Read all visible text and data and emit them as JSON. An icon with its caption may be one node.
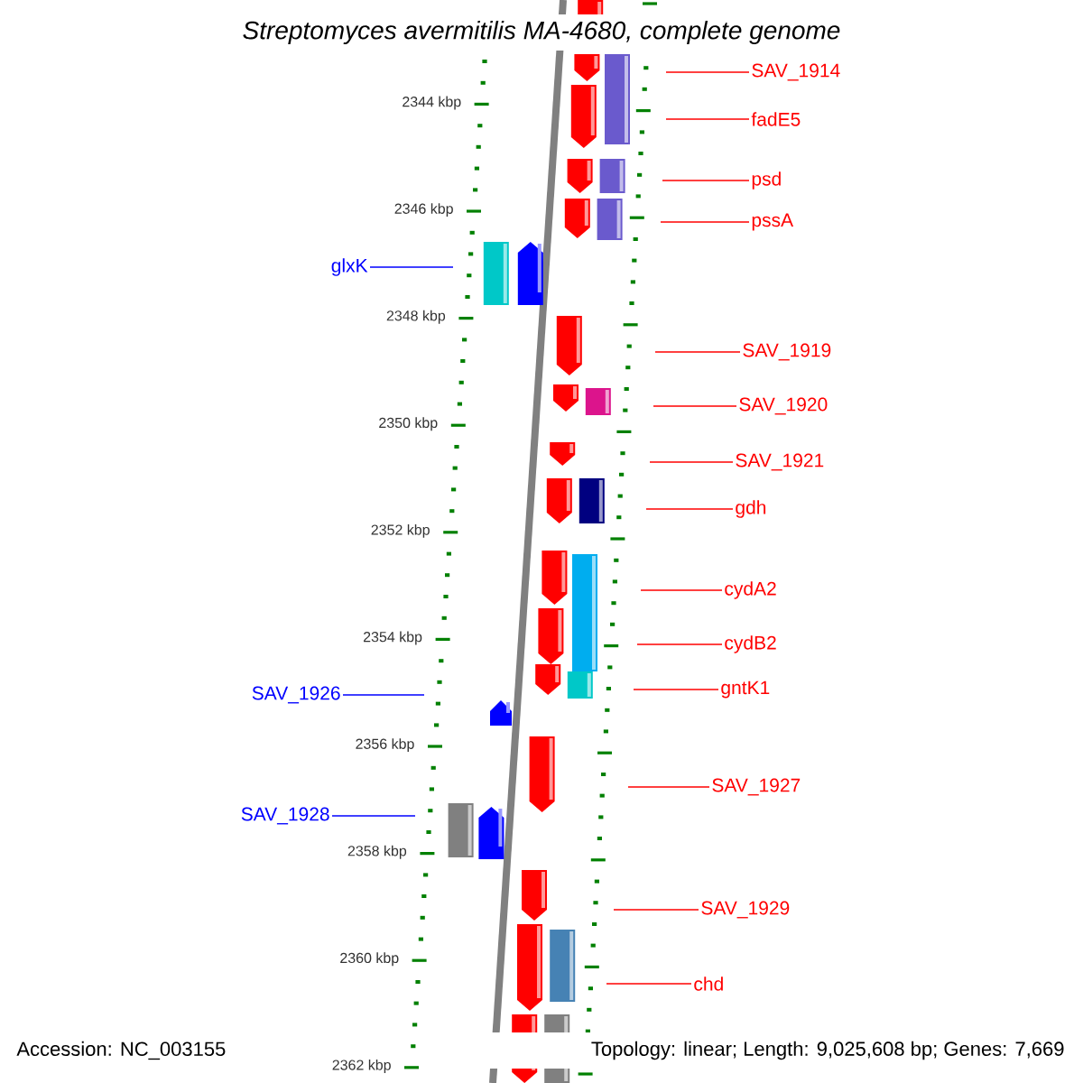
{
  "diagram": {
    "title": "Streptomyces avermitilis MA-4680, complete genome",
    "nodes": [
      {
        "text": [
          "SAV_1914"
        ]
      },
      {
        "text": [
          "fadE5"
        ]
      },
      {
        "text": [
          "psd"
        ]
      },
      {
        "text": [
          "pssA"
        ]
      },
      {
        "text": [
          "glxK"
        ]
      },
      {
        "text": [
          "SAV_1919"
        ]
      },
      {
        "text": [
          "SAV_1920"
        ]
      },
      {
        "text": [
          "SAV_1921"
        ]
      },
      {
        "text": [
          "gdh"
        ]
      },
      {
        "text": [
          "cydA2"
        ]
      },
      {
        "text": [
          "cydB2"
        ]
      },
      {
        "text": [
          "gntK1"
        ]
      },
      {
        "text": [
          "SAV_1926"
        ]
      },
      {
        "text": [
          "SAV_1927"
        ]
      },
      {
        "text": [
          "SAV_1928"
        ]
      },
      {
        "text": [
          "SAV_1929"
        ]
      },
      {
        "text": [
          "chd"
        ]
      }
    ],
    "edges": [
      {
        "from": 0,
        "to": null,
        "arrow": "none"
      },
      {
        "from": 1,
        "to": null,
        "arrow": "none"
      },
      {
        "from": 2,
        "to": null,
        "arrow": "none"
      },
      {
        "from": 3,
        "to": null,
        "arrow": "none"
      },
      {
        "from": 4,
        "to": null,
        "arrow": "none",
        "color": "#0000ff"
      },
      {
        "from": 5,
        "to": null,
        "arrow": "none"
      },
      {
        "from": 6,
        "to": null,
        "arrow": "none"
      },
      {
        "from": 7,
        "to": null,
        "arrow": "none"
      },
      {
        "from": 8,
        "to": null,
        "arrow": "none"
      },
      {
        "from": 9,
        "to": null,
        "arrow": "none"
      },
      {
        "from": 10,
        "to": null,
        "arrow": "none"
      },
      {
        "from": 11,
        "to": null,
        "arrow": "none"
      },
      {
        "from": 12,
        "to": null,
        "arrow": "none",
        "color": "#0000ff"
      },
      {
        "from": 13,
        "to": null,
        "arrow": "none"
      },
      {
        "from": 14,
        "to": null,
        "arrow": "none",
        "color": "#0000ff"
      },
      {
        "from": 15,
        "to": null,
        "arrow": "none"
      },
      {
        "from": 16,
        "to": null,
        "arrow": "none"
      }
    ],
    "labels": [
      "2344 kbp",
      "2346 kbp",
      "2348 kbp",
      "2350 kbp",
      "2352 kbp",
      "2354 kbp",
      "2356 kbp",
      "2358 kbp",
      "2360 kbp",
      "2362 kbp",
      "Accession: NC_003155",
      "Topology: linear; Length: 9,025,608 bp; Genes: 7,669"
    ]
  }
}
